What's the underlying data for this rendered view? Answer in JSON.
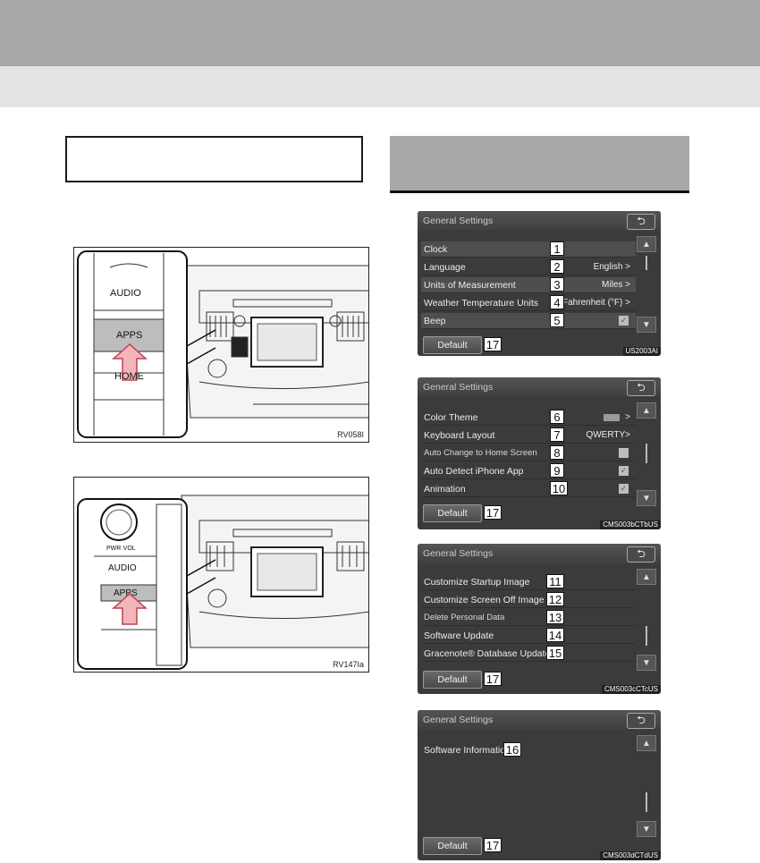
{
  "figures": {
    "top": {
      "audio": "AUDIO",
      "apps": "APPS",
      "home": "HOME",
      "code": "RV058I"
    },
    "bottom": {
      "pwr": "PWR·VOL",
      "audio": "AUDIO",
      "apps": "APPS",
      "code": "RV147Ia"
    }
  },
  "screens": [
    {
      "title": "General Settings",
      "back": "⮌",
      "rows": [
        {
          "label": "Clock",
          "num": "1",
          "value": "",
          "check": false
        },
        {
          "label": "Language",
          "num": "2",
          "value": "English >",
          "check": false
        },
        {
          "label": "Units of Measurement",
          "num": "3",
          "value": "Miles >",
          "check": false
        },
        {
          "label": "Weather Temperature Units",
          "num": "4",
          "value": "Fahrenheit (°F) >",
          "check": false
        },
        {
          "label": "Beep",
          "num": "5",
          "value": "",
          "check": true
        }
      ],
      "default_label": "Default",
      "default_num": "17",
      "code": "US2003AI"
    },
    {
      "title": "General Settings",
      "back": "⮌",
      "rows": [
        {
          "label": "Color Theme",
          "num": "6",
          "value": ">",
          "check": false
        },
        {
          "label": "Keyboard Layout",
          "num": "7",
          "value": "QWERTY>",
          "check": false
        },
        {
          "label": "Auto Change to Home Screen",
          "num": "8",
          "value": "",
          "check": true
        },
        {
          "label": "Auto Detect iPhone App",
          "num": "9",
          "value": "",
          "check": true
        },
        {
          "label": "Animation",
          "num": "10",
          "value": "",
          "check": true
        }
      ],
      "default_label": "Default",
      "default_num": "17",
      "code": "CMS003bCTbUS"
    },
    {
      "title": "General Settings",
      "back": "⮌",
      "rows": [
        {
          "label": "Customize Startup Image",
          "num": "11"
        },
        {
          "label": "Customize Screen Off Image",
          "num": "12"
        },
        {
          "label": "Delete Personal Data",
          "num": "13"
        },
        {
          "label": "Software Update",
          "num": "14"
        },
        {
          "label": "Gracenote® Database Update",
          "num": "15"
        }
      ],
      "default_label": "Default",
      "default_num": "17",
      "code": "CMS003cCTcUS"
    },
    {
      "title": "General Settings",
      "back": "⮌",
      "rows": [
        {
          "label": "Software Information",
          "num": "16"
        }
      ],
      "default_label": "Default",
      "default_num": "17",
      "code": "CMS003dCTdUS"
    }
  ],
  "scroll_up": "▲",
  "scroll_down": "▼"
}
